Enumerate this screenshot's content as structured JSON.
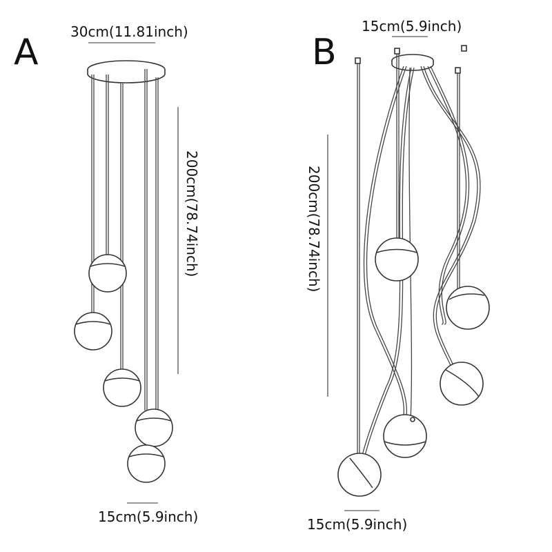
{
  "diagram": {
    "variant_a": {
      "letter": "A",
      "canopy_dim": "30cm(11.81inch)",
      "height_dim": "200cm(78.74inch)",
      "ball_dim": "15cm(5.9inch)"
    },
    "variant_b": {
      "letter": "B",
      "canopy_dim": "15cm(5.9inch)",
      "height_dim": "200cm(78.74inch)",
      "ball_dim": "15cm(5.9inch)"
    }
  }
}
